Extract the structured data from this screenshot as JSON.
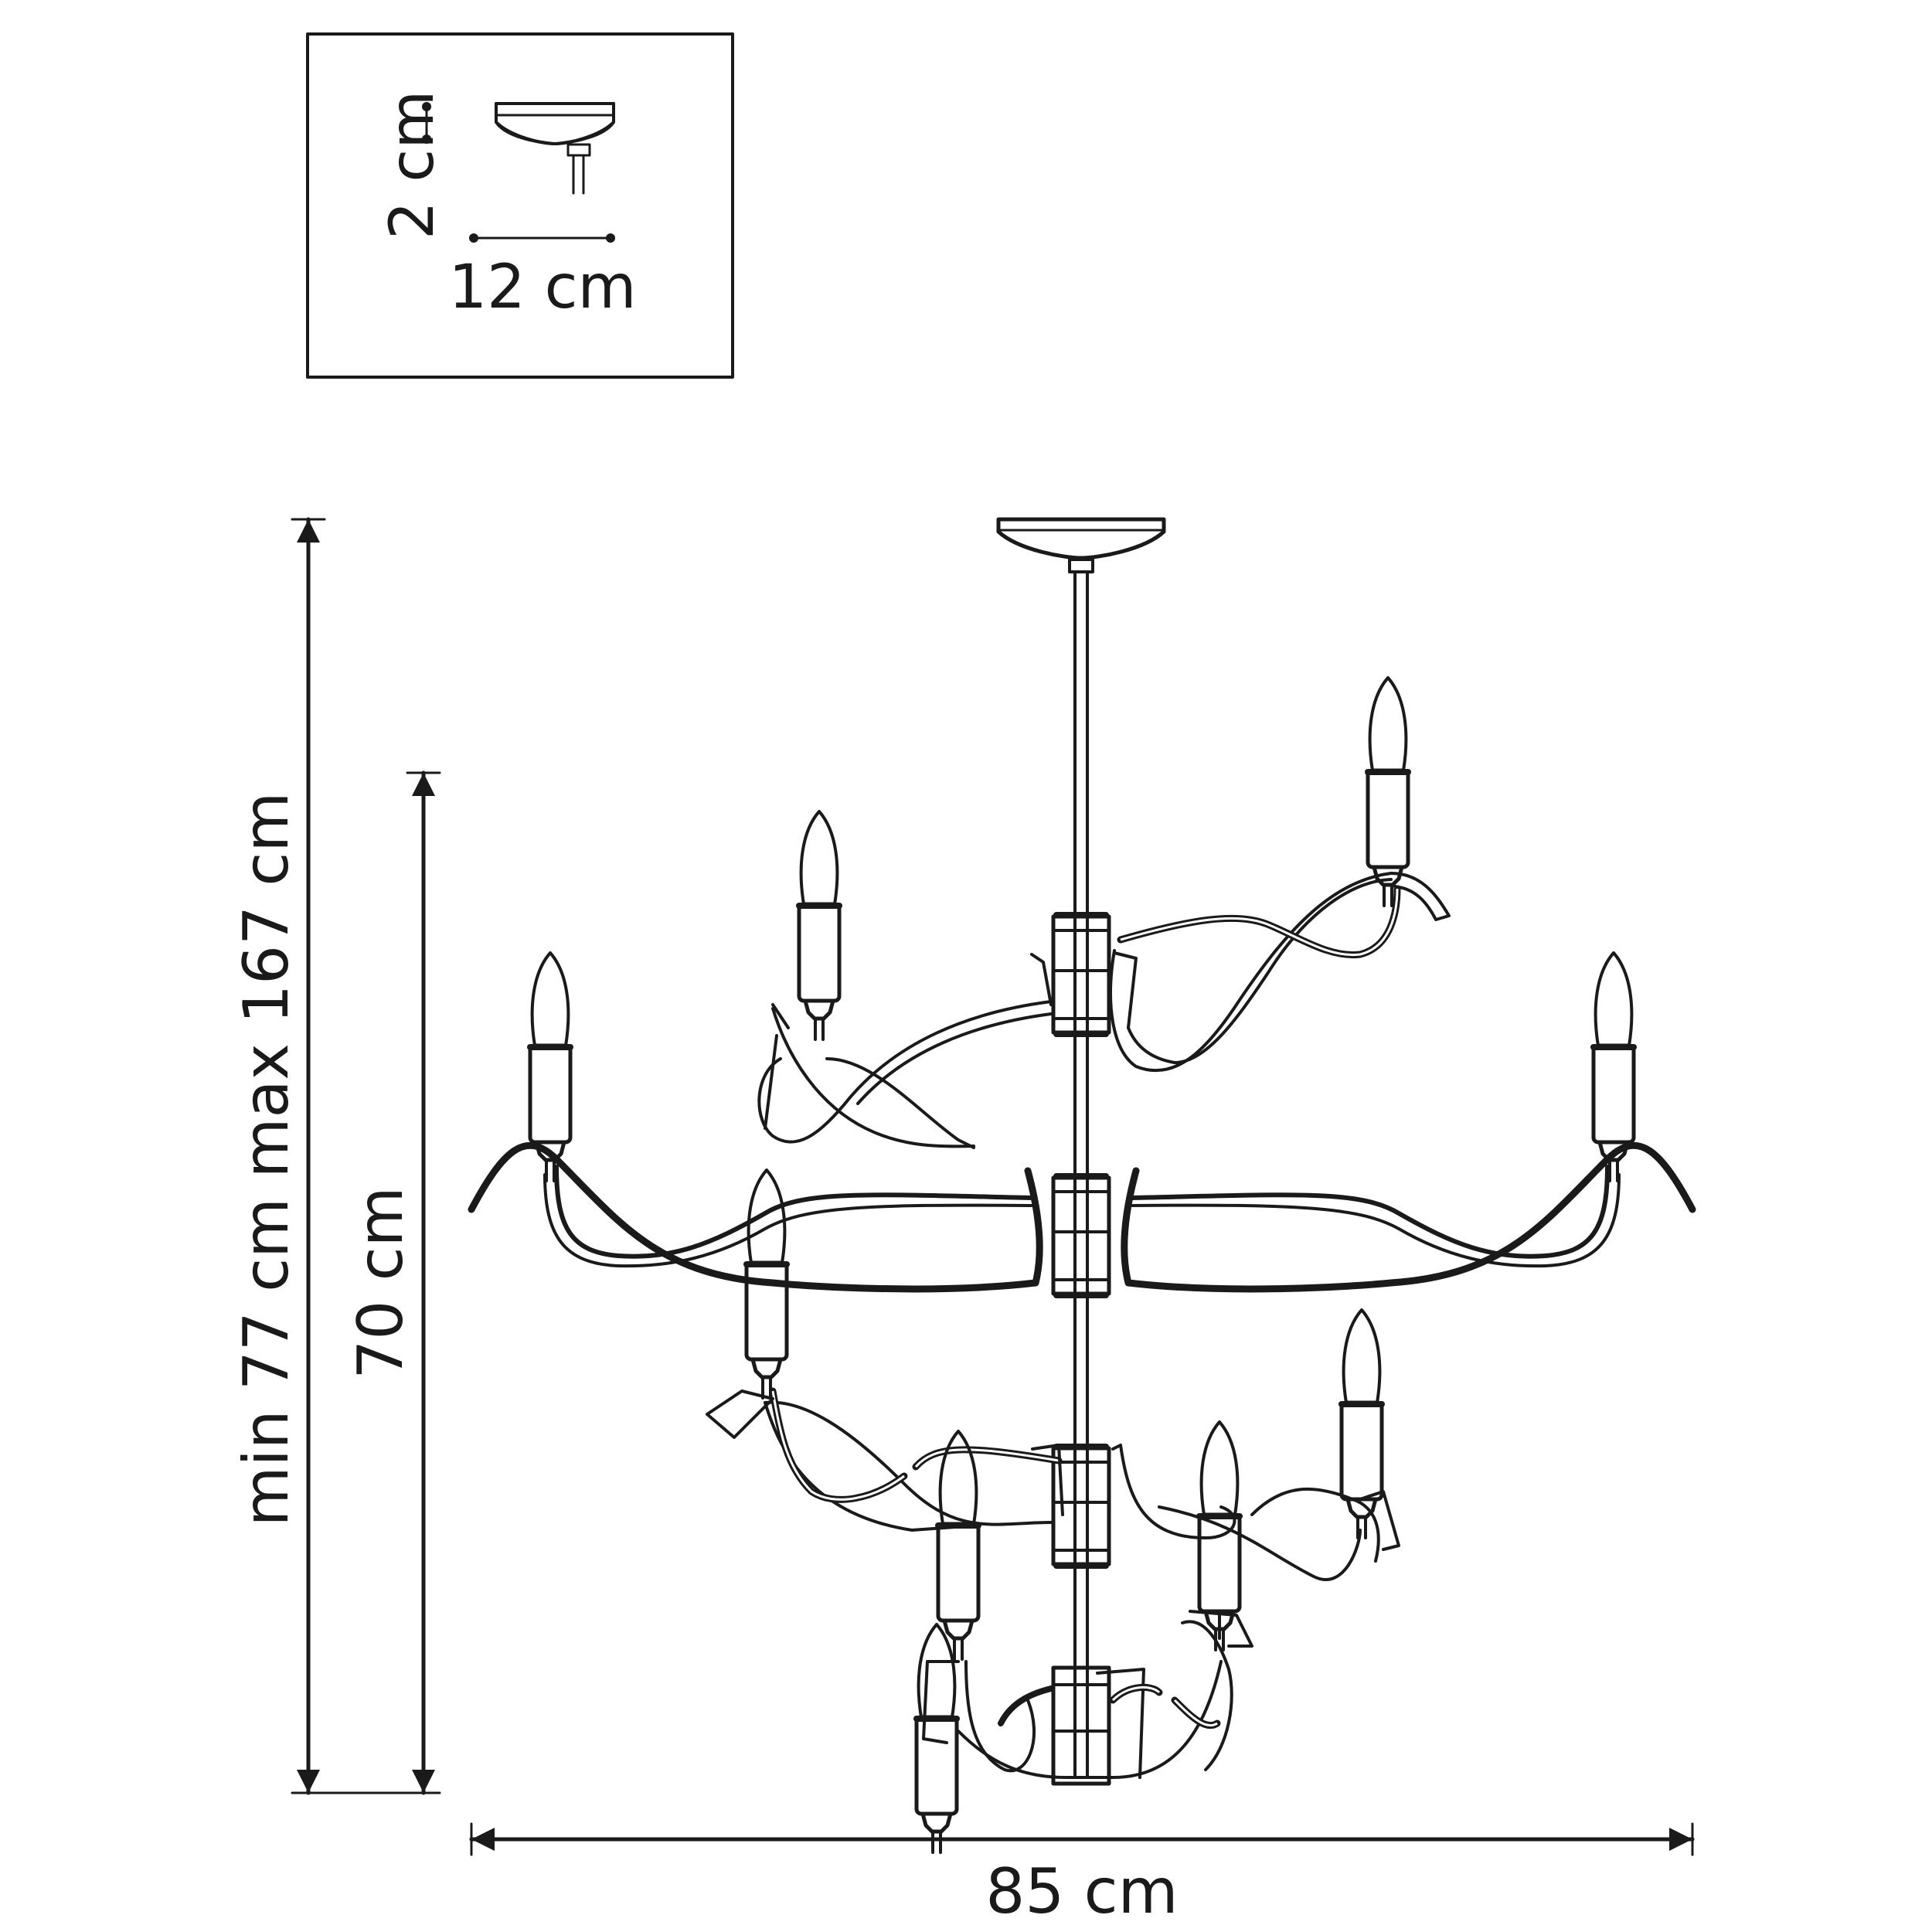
{
  "inset": {
    "height_label": "2 cm",
    "width_label": "12 cm"
  },
  "dimensions": {
    "total_height_label": "min 77 cm max 167 cm",
    "body_height_label": "70 cm",
    "width_label": "85 cm"
  },
  "fixture": {
    "type": "chandelier",
    "tiers": 3,
    "candle_count": 9
  },
  "colors": {
    "line": "#1a1a1a",
    "background": "#ffffff"
  }
}
